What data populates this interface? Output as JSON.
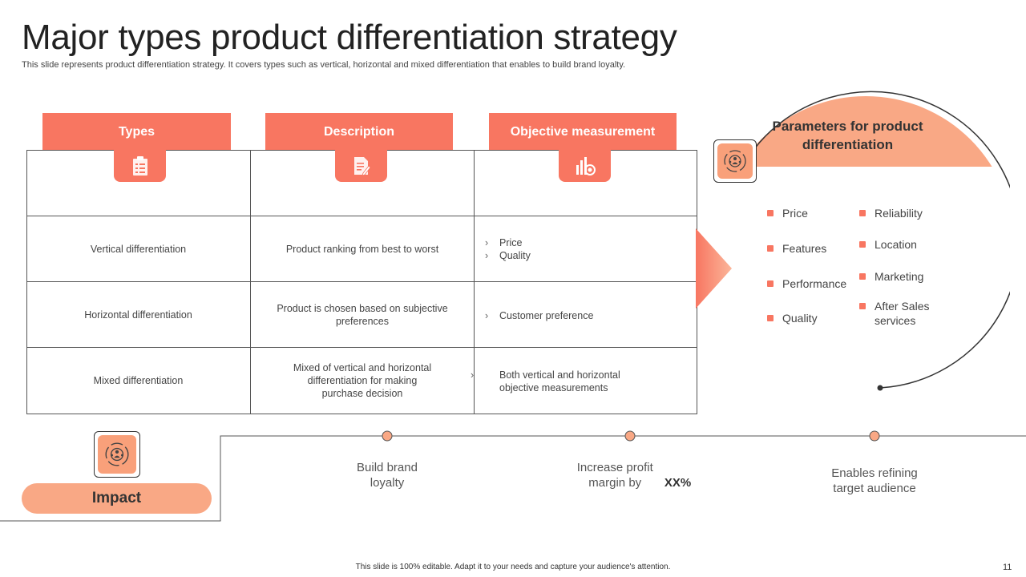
{
  "title": "Major types product differentiation strategy",
  "subtitle": "This slide represents product differentiation strategy. It covers types such as vertical, horizontal and mixed differentiation that enables to build brand loyalty.",
  "table": {
    "headers": [
      "Types",
      "Description",
      "Objective measurement"
    ],
    "header_icons": [
      "clipboard-icon",
      "document-edit-icon",
      "chart-target-icon"
    ],
    "rows": [
      {
        "type": "Vertical differentiation",
        "description": "Product ranking from  best to worst",
        "objective": [
          "Price",
          "Quality"
        ]
      },
      {
        "type": "Horizontal differentiation",
        "description": "Product is chosen based on subjective preferences",
        "objective": [
          "Customer preference"
        ]
      },
      {
        "type": "Mixed differentiation",
        "description": "Mixed of vertical and horizontal differentiation for making purchase decision",
        "objective": [
          "Both vertical  and horizontal objective measurements"
        ]
      }
    ]
  },
  "parameters": {
    "title": "Parameters for product differentiation",
    "icon": "target-people-icon",
    "left": [
      "Price",
      "Features",
      "Performance",
      "Quality"
    ],
    "right": [
      "Reliability",
      "Location",
      "Marketing",
      "After Sales services"
    ]
  },
  "impact": {
    "label": "Impact",
    "icon": "target-people-icon",
    "items": [
      {
        "text": "Build brand loyalty"
      },
      {
        "text": "Increase profit margin by",
        "bold": "XX%"
      },
      {
        "text": "Enables refining target audience"
      }
    ]
  },
  "footer": "This slide is 100% editable. Adapt it to your needs and capture your audience's attention.",
  "page_number": "11",
  "colors": {
    "accent": "#f87661",
    "accent_light": "#f9a885"
  }
}
